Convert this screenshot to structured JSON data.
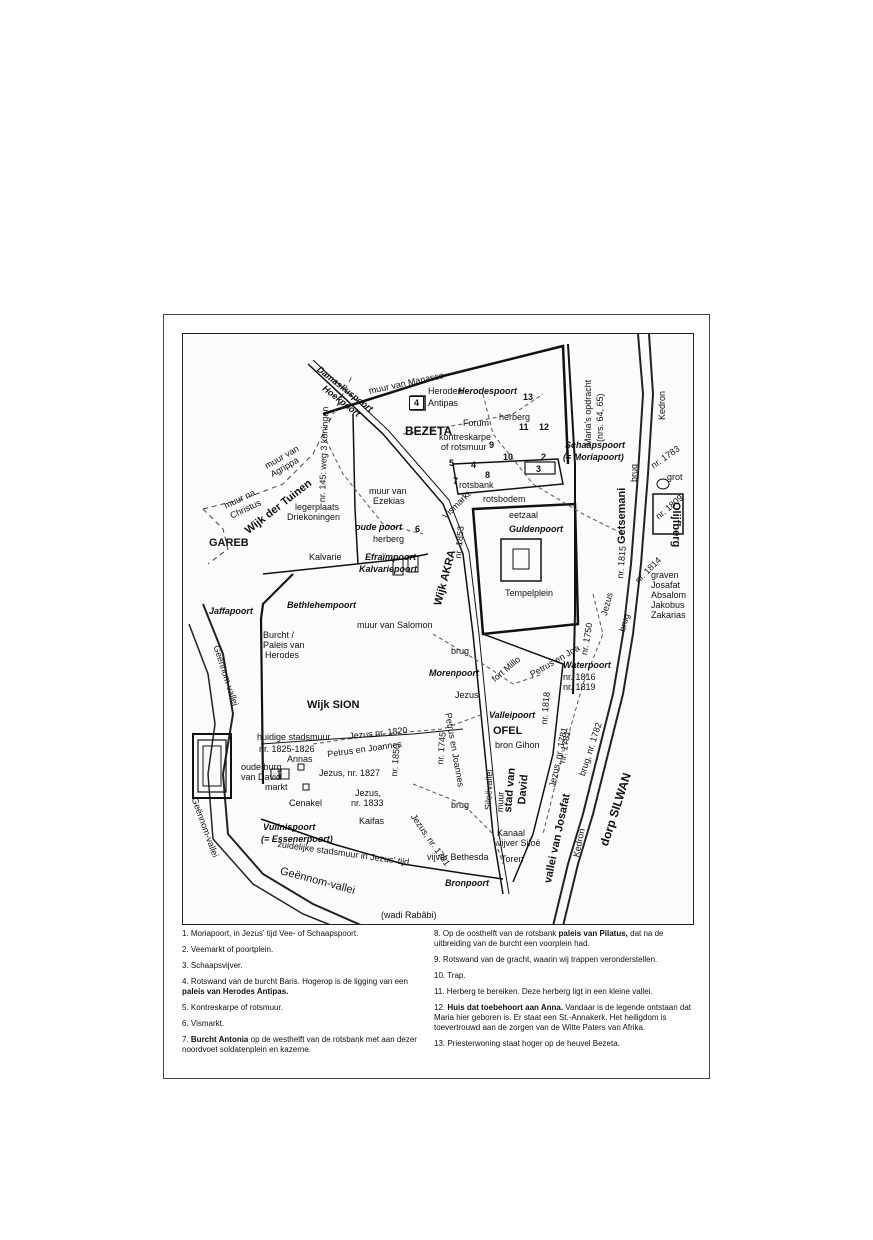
{
  "map": {
    "labels": {
      "muur_manasse": "muur van Manasse",
      "herodespoort": "Herodespoort",
      "damaskuspoort": "Damaskuspoort",
      "hoekpoort": "Hoekpoort",
      "herodes_antipas_1": "Herodes",
      "herodes_antipas_2": "Antipas",
      "nr145": "nr. 145: weg 3 koningen",
      "bezeta": "BEZETA",
      "forum": "Forum",
      "herberg1": "herberg",
      "kontreskarpe_1": "kontreskarpe",
      "kontreskarpe_2": "of rotsmuur",
      "marias_opdracht_1": "Maria's opdracht",
      "marias_opdracht_2": "(nrs. 64, 65)",
      "kedron1": "Kedron",
      "schaapspoort": "Schaapspoort",
      "moriapoort": "(= Moriapoort)",
      "brug1": "brug",
      "muur_agrippa_1": "muur van",
      "muur_agrippa_2": "Agrippa",
      "wijk_der_tuinen": "Wijk der Tuinen",
      "muur_na_christus_1": "muur na",
      "muur_na_christus_2": "Christus",
      "muur_ezekias_1": "muur van",
      "muur_ezekias_2": "Ezekias",
      "legerplaats_1": "legerplaats",
      "legerplaats_2": "Driekoningen",
      "vismarkt": "Vismarkt",
      "rotsbank": "rotsbank",
      "rotsbodem": "rotsbodem",
      "nr1783": "nr. 1783",
      "grot": "grot",
      "getsemani": "Getsemani",
      "olijfberg": "Olijfberg",
      "nr1809": "nr. 1809",
      "eetzaal": "eetzaal",
      "oude_poort": "oude poort",
      "herberg2": "herberg",
      "guldenpoort": "Guldenpoort",
      "gareb": "GAREB",
      "kalvarie": "Kalvarie",
      "efraimpoort": "Efraïmpoort",
      "kalvariepoort": "Kalvariepoort",
      "nr1853": "nr. 1853",
      "wijk_akra": "Wijk AKRA",
      "nr1815": "nr. 1815",
      "nr1814": "nr. 1814",
      "graven_1": "graven",
      "graven_2": "Josafat",
      "graven_3": "Absalom",
      "graven_4": "Jakobus",
      "graven_5": "Zakarias",
      "tempelplein": "Tempelplein",
      "bethlehempoort": "Bethlehempoort",
      "jaffapoort": "Jaffapoort",
      "jezus1": "Jezus",
      "brug2": "brug",
      "burcht_1": "Burcht /",
      "burcht_2": "Paleis van",
      "burcht_3": "Herodes",
      "muur_salomon": "muur van Salomon",
      "nr1750": "nr. 1750",
      "brug3": "brug",
      "fort_millo": "fort Millo",
      "petrus_en_joa": "Petrus en Joa",
      "waterpoort": "Waterpoort",
      "morenpoort": "Morenpoort",
      "nr1816": "nr. 1816",
      "nr1819": "nr. 1819",
      "geennom1": "Geënnom-vallei",
      "wijk_sion": "Wijk SION",
      "jezus2": "Jezus",
      "valleipoort": "Valleipoort",
      "nr1818": "nr. 1818",
      "huidige_stadsmuur": "huidige stadsmuur",
      "jezus_nr1820": "Jezus nr. 1820",
      "nr1825": "nr. 1825-1826",
      "petrus_joannes1": "Petrus en Joannes",
      "ofel": "OFEL",
      "petrus_joannes2": "Petrus en Joannes",
      "nr1745": "nr. 1745",
      "nr1781": "nr. 1781",
      "jezus_nr1781": "Jezus, nr. 1781",
      "nr1782": "brug, nr. 1782",
      "annas": "Annas",
      "bron_gihon": "bron Gihon",
      "oude_burg_1": "oude burg",
      "oude_burg_2": "van David",
      "jezus_nr1827": "Jezus, nr. 1827",
      "nr1850": "nr. 1850",
      "markt": "markt",
      "jezus3": "Jezus,",
      "nr1833": "nr. 1833",
      "cenakel": "Cenakel",
      "siloevallei": "Siloëvallei",
      "muur": "muur",
      "stad_van_david_1": "stad van",
      "stad_van_david_2": "David",
      "vallei_van_josafat": "vallei van Josafat",
      "dorp_silwan": "dorp SILWAN",
      "brug4": "brug",
      "geennom2": "Geënnom-vallei",
      "kaifas": "Kaifas",
      "vuilnispoort": "Vuilnispoort",
      "essenerpoort": "(= Essenerpoort)",
      "jezus_nr1781b": "Jezus, nr. 1781",
      "kanaal": "Kanaal",
      "vijver_silo": "vijver Siloë",
      "toren": "Toren",
      "kedron2": "Kedron",
      "zuidelijke_stadsmuur": "zuidelijke stadsmuur in Jezus' tijd",
      "vijver_bethesda": "vijver Bethesda",
      "bronpoort": "Bronpoort",
      "geennom3": "Geënnom-vallei",
      "wadi_rababi": "(wadi Rabâbi)"
    },
    "numbers": {
      "n4": "4",
      "n13": "13",
      "n11": "11",
      "n12": "12",
      "n9": "9",
      "n10": "10",
      "n5": "5",
      "n4b": "4",
      "n2": "2",
      "n1": "1",
      "n7": "7",
      "n8": "8",
      "n3": "3",
      "n6": "6"
    }
  },
  "legend": {
    "items": [
      {
        "text": "1. Moriapoort, in Jezus' tijd Vee- of Schaapspoort."
      },
      {
        "text": "2. Veemarkt of poortplein."
      },
      {
        "text": "3. Schaapsvijver."
      },
      {
        "text": "4. Rotswand van de burcht Baris.  Hogerop is de ligging van een ",
        "bold": "paleis van Herodes Antipas."
      },
      {
        "text": "5. Kontreskarpe of rotsmuur."
      },
      {
        "text": "6. Vismarkt."
      },
      {
        "pre": "7. ",
        "bold": "Burcht Antonia",
        "text": " op de westhelft van de rotsbank met aan dezer noordvoet soldatenplein en kazerne."
      },
      {
        "pre": "8. Op de oosthelft van de rotsbank ",
        "bold": "paleis van Pilatus,",
        "text": " dat na de uitbreiding van de burcht een voorplein had."
      },
      {
        "text": "9. Rotswand van de gracht, waarin wij trappen veronderstellen."
      },
      {
        "text": "10. Trap."
      },
      {
        "text": "11. Herberg te bereiken.  Deze herberg ligt in een kleine vallei."
      },
      {
        "pre": "12. ",
        "bold": "Huis dat toebehoort aan Anna.",
        "text": "  Vandaar is de legende ontstaan dat Maria hier geboren is.  Er staat een St.-Annakerk.  Het heiligdom is toevertrouwd aan de zorgen van de Witte Paters van Afrika."
      },
      {
        "text": "13. Priesterwoning staat hoger op de heuvel Bezeta."
      }
    ]
  }
}
